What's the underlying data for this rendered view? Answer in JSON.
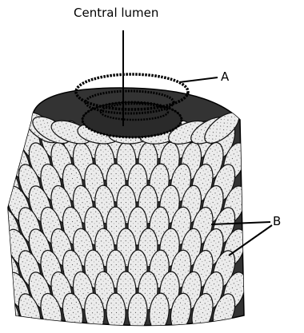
{
  "labels": {
    "central_lumen": "Central lumen",
    "a": "A",
    "b": "B"
  },
  "colors": {
    "ink": "#000000",
    "scale_fill": "#ececec",
    "background": "#ffffff"
  }
}
